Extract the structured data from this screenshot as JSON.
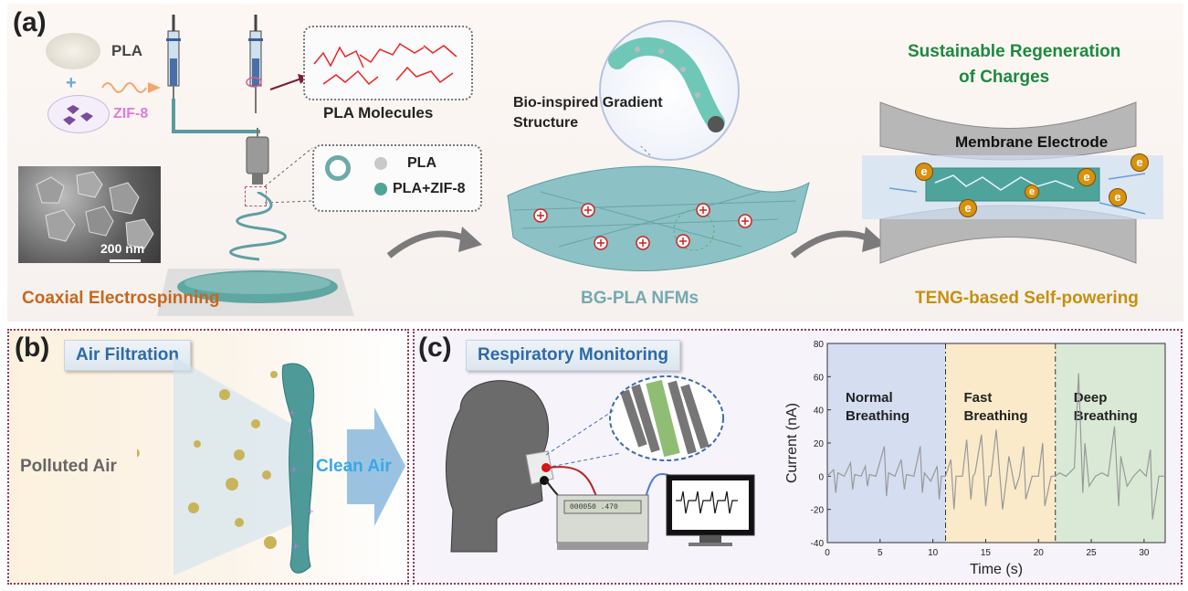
{
  "panel_a": {
    "tag": "(a)",
    "pla_label": "PLA",
    "zif_label": "ZIF-8",
    "plus_symbol": "+",
    "molecules_label": "PLA Molecules",
    "legend": {
      "core": "PLA",
      "shell": "PLA+ZIF-8"
    },
    "scale_bar": "200 nm",
    "step1": "Coaxial Electrospinning",
    "bio_label_line1": "Bio-inspired Gradient",
    "bio_label_line2": "Structure",
    "step2": "BG-PLA NFMs",
    "regen_line1": "Sustainable Regeneration",
    "regen_line2": "of Charges",
    "membrane_label": "Membrane Electrode",
    "step3": "TENG-based Self-powering",
    "electron_symbol": "e"
  },
  "panel_b": {
    "tag": "(b)",
    "title": "Air  Filtration",
    "polluted": "Polluted Air",
    "clean": "Clean Air"
  },
  "panel_c": {
    "tag": "(c)",
    "title": "Respiratory Monitoring",
    "meter_display": "000050 .470"
  },
  "chart_data": {
    "type": "line",
    "xlabel": "Time (s)",
    "ylabel": "Current (nA)",
    "xlim": [
      0,
      32
    ],
    "ylim": [
      -40,
      80
    ],
    "xticks": [
      "0",
      "5",
      "10",
      "15",
      "20",
      "25",
      "30"
    ],
    "yticks": [
      "80",
      "60",
      "40",
      "20",
      "0",
      "-20",
      "-40"
    ],
    "regions": [
      {
        "label_line1": "Normal",
        "label_line2": "Breathing",
        "x_start": 0,
        "x_end": 11.2,
        "color": "#c9d6ee"
      },
      {
        "label_line1": "Fast",
        "label_line2": "Breathing",
        "x_start": 11.2,
        "x_end": 21.6,
        "color": "#fbe7b8"
      },
      {
        "label_line1": "Deep",
        "label_line2": "Breathing",
        "x_start": 21.6,
        "x_end": 32,
        "color": "#cfe6c8"
      }
    ],
    "series": [
      {
        "x": [
          0,
          0.6,
          0.8,
          1.0,
          1.6,
          2.2,
          2.4,
          2.6,
          3.2,
          3.6,
          3.8,
          4.0,
          4.6,
          5.4,
          5.6,
          5.8,
          6.4,
          7.0,
          7.3,
          7.5,
          8.2,
          8.8,
          9.0,
          9.2,
          9.8,
          10.4,
          10.6,
          10.8,
          11.2,
          11.7,
          12.0,
          12.2,
          12.8,
          13.2,
          13.6,
          13.8,
          14.0,
          14.6,
          15.0,
          15.3,
          15.5,
          16.0,
          16.6,
          17.0,
          17.2,
          17.8,
          18.2,
          18.6,
          18.8,
          19.4,
          20.0,
          20.4,
          20.6,
          21.2,
          21.6,
          22.0,
          22.6,
          23.4,
          23.8,
          24.2,
          24.4,
          24.8,
          25.4,
          26.0,
          26.6,
          27.2,
          27.6,
          27.8,
          28.4,
          29.0,
          29.6,
          30.2,
          30.6,
          30.8,
          31.4,
          32.0
        ],
        "y": [
          0,
          4,
          -10,
          2,
          0,
          8,
          -8,
          1,
          0,
          6,
          -6,
          1,
          0,
          18,
          -12,
          2,
          0,
          10,
          -8,
          1,
          0,
          18,
          -10,
          2,
          -3,
          6,
          -14,
          0,
          0,
          10,
          -20,
          0,
          0,
          22,
          -14,
          0,
          2,
          25,
          -18,
          0,
          0,
          28,
          -20,
          0,
          12,
          -8,
          0,
          18,
          -14,
          0,
          0,
          20,
          -18,
          0,
          0,
          2,
          0,
          5,
          62,
          -10,
          20,
          -6,
          0,
          2,
          0,
          30,
          -18,
          12,
          -6,
          0,
          4,
          0,
          16,
          -26,
          0,
          0
        ]
      }
    ]
  }
}
